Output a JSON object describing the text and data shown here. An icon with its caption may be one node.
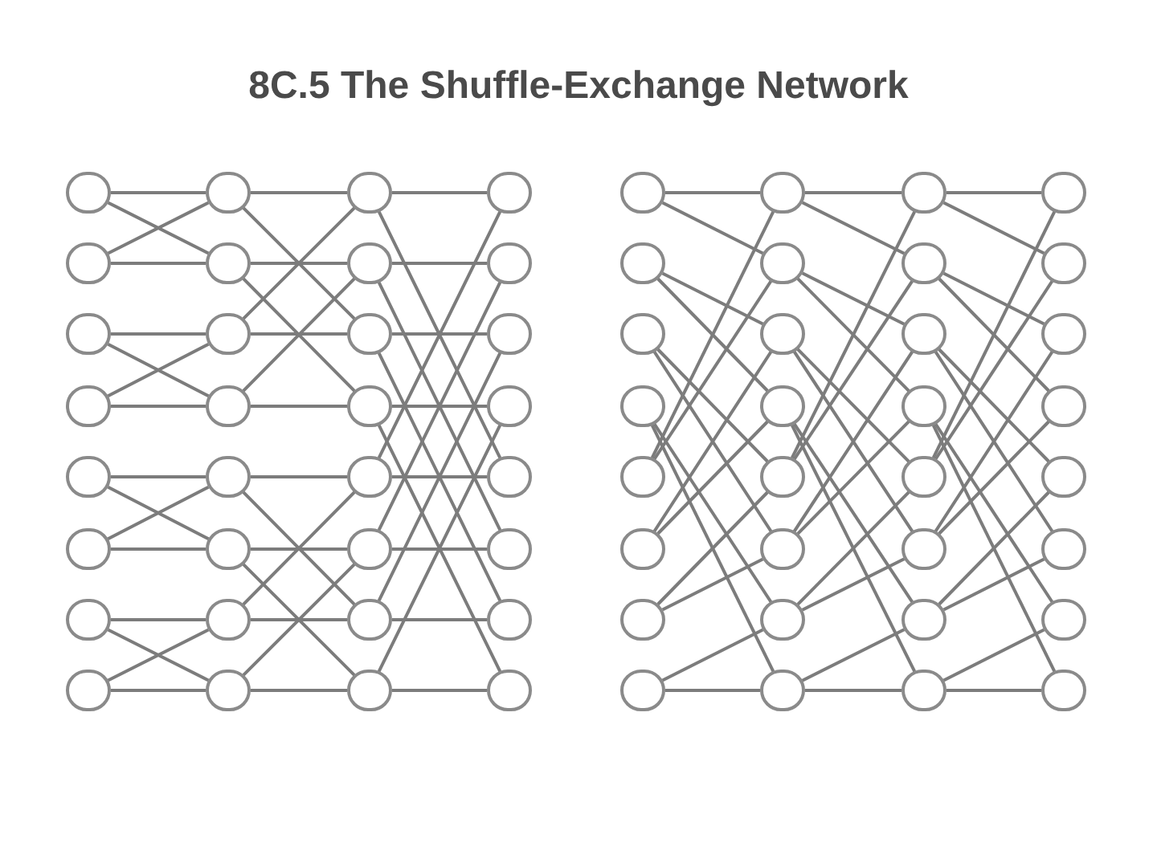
{
  "diagram": {
    "title": "8C.5 The Shuffle-Exchange Network",
    "nodes": [
      {
        "text": [],
        "shape": "circle"
      },
      {
        "text": [],
        "shape": "circle"
      },
      {
        "text": [],
        "shape": "circle"
      },
      {
        "text": [],
        "shape": "circle"
      },
      {
        "text": [],
        "shape": "circle"
      },
      {
        "text": [],
        "shape": "circle"
      },
      {
        "text": [],
        "shape": "circle"
      },
      {
        "text": [],
        "shape": "circle"
      },
      {
        "text": [],
        "shape": "circle"
      },
      {
        "text": [],
        "shape": "circle"
      },
      {
        "text": [],
        "shape": "circle"
      },
      {
        "text": [],
        "shape": "circle"
      },
      {
        "text": [],
        "shape": "circle"
      },
      {
        "text": [],
        "shape": "circle"
      },
      {
        "text": [],
        "shape": "circle"
      },
      {
        "text": [],
        "shape": "circle"
      },
      {
        "text": [],
        "shape": "circle"
      },
      {
        "text": [],
        "shape": "circle"
      },
      {
        "text": [],
        "shape": "circle"
      },
      {
        "text": [],
        "shape": "circle"
      },
      {
        "text": [],
        "shape": "circle"
      },
      {
        "text": [],
        "shape": "circle"
      },
      {
        "text": [],
        "shape": "circle"
      },
      {
        "text": [],
        "shape": "circle"
      },
      {
        "text": [],
        "shape": "circle"
      },
      {
        "text": [],
        "shape": "circle"
      },
      {
        "text": [],
        "shape": "circle"
      },
      {
        "text": [],
        "shape": "circle"
      },
      {
        "text": [],
        "shape": "circle"
      },
      {
        "text": [],
        "shape": "circle"
      },
      {
        "text": [],
        "shape": "circle"
      },
      {
        "text": [],
        "shape": "circle"
      },
      {
        "text": [],
        "shape": "circle"
      },
      {
        "text": [],
        "shape": "circle"
      },
      {
        "text": [],
        "shape": "circle"
      },
      {
        "text": [],
        "shape": "circle"
      },
      {
        "text": [],
        "shape": "circle"
      },
      {
        "text": [],
        "shape": "circle"
      },
      {
        "text": [],
        "shape": "circle"
      },
      {
        "text": [],
        "shape": "circle"
      },
      {
        "text": [],
        "shape": "circle"
      },
      {
        "text": [],
        "shape": "circle"
      },
      {
        "text": [],
        "shape": "circle"
      },
      {
        "text": [],
        "shape": "circle"
      },
      {
        "text": [],
        "shape": "circle"
      },
      {
        "text": [],
        "shape": "circle"
      },
      {
        "text": [],
        "shape": "circle"
      },
      {
        "text": [],
        "shape": "circle"
      },
      {
        "text": [],
        "shape": "circle"
      },
      {
        "text": [],
        "shape": "circle"
      },
      {
        "text": [],
        "shape": "circle"
      },
      {
        "text": [],
        "shape": "circle"
      },
      {
        "text": [],
        "shape": "circle"
      },
      {
        "text": [],
        "shape": "circle"
      },
      {
        "text": [],
        "shape": "circle"
      },
      {
        "text": [],
        "shape": "circle"
      },
      {
        "text": [],
        "shape": "circle"
      },
      {
        "text": [],
        "shape": "circle"
      },
      {
        "text": [],
        "shape": "circle"
      },
      {
        "text": [],
        "shape": "circle"
      },
      {
        "text": [],
        "shape": "circle"
      },
      {
        "text": [],
        "shape": "circle"
      },
      {
        "text": [],
        "shape": "circle"
      },
      {
        "text": [],
        "shape": "circle"
      }
    ],
    "edges": [
      {
        "from": 0,
        "to": 8,
        "arrow": "none"
      },
      {
        "from": 0,
        "to": 9,
        "arrow": "none"
      },
      {
        "from": 1,
        "to": 9,
        "arrow": "none"
      },
      {
        "from": 1,
        "to": 8,
        "arrow": "none"
      },
      {
        "from": 2,
        "to": 10,
        "arrow": "none"
      },
      {
        "from": 2,
        "to": 11,
        "arrow": "none"
      },
      {
        "from": 3,
        "to": 11,
        "arrow": "none"
      },
      {
        "from": 3,
        "to": 10,
        "arrow": "none"
      },
      {
        "from": 4,
        "to": 12,
        "arrow": "none"
      },
      {
        "from": 4,
        "to": 13,
        "arrow": "none"
      },
      {
        "from": 5,
        "to": 13,
        "arrow": "none"
      },
      {
        "from": 5,
        "to": 12,
        "arrow": "none"
      },
      {
        "from": 6,
        "to": 14,
        "arrow": "none"
      },
      {
        "from": 6,
        "to": 15,
        "arrow": "none"
      },
      {
        "from": 7,
        "to": 15,
        "arrow": "none"
      },
      {
        "from": 7,
        "to": 14,
        "arrow": "none"
      },
      {
        "from": 8,
        "to": 16,
        "arrow": "none"
      },
      {
        "from": 8,
        "to": 18,
        "arrow": "none"
      },
      {
        "from": 9,
        "to": 17,
        "arrow": "none"
      },
      {
        "from": 9,
        "to": 19,
        "arrow": "none"
      },
      {
        "from": 10,
        "to": 18,
        "arrow": "none"
      },
      {
        "from": 10,
        "to": 16,
        "arrow": "none"
      },
      {
        "from": 11,
        "to": 19,
        "arrow": "none"
      },
      {
        "from": 11,
        "to": 17,
        "arrow": "none"
      },
      {
        "from": 12,
        "to": 20,
        "arrow": "none"
      },
      {
        "from": 12,
        "to": 22,
        "arrow": "none"
      },
      {
        "from": 13,
        "to": 21,
        "arrow": "none"
      },
      {
        "from": 13,
        "to": 23,
        "arrow": "none"
      },
      {
        "from": 14,
        "to": 22,
        "arrow": "none"
      },
      {
        "from": 14,
        "to": 20,
        "arrow": "none"
      },
      {
        "from": 15,
        "to": 23,
        "arrow": "none"
      },
      {
        "from": 15,
        "to": 21,
        "arrow": "none"
      },
      {
        "from": 16,
        "to": 24,
        "arrow": "none"
      },
      {
        "from": 16,
        "to": 28,
        "arrow": "none"
      },
      {
        "from": 17,
        "to": 25,
        "arrow": "none"
      },
      {
        "from": 17,
        "to": 29,
        "arrow": "none"
      },
      {
        "from": 18,
        "to": 26,
        "arrow": "none"
      },
      {
        "from": 18,
        "to": 30,
        "arrow": "none"
      },
      {
        "from": 19,
        "to": 27,
        "arrow": "none"
      },
      {
        "from": 19,
        "to": 31,
        "arrow": "none"
      },
      {
        "from": 20,
        "to": 28,
        "arrow": "none"
      },
      {
        "from": 20,
        "to": 24,
        "arrow": "none"
      },
      {
        "from": 21,
        "to": 29,
        "arrow": "none"
      },
      {
        "from": 21,
        "to": 25,
        "arrow": "none"
      },
      {
        "from": 22,
        "to": 30,
        "arrow": "none"
      },
      {
        "from": 22,
        "to": 26,
        "arrow": "none"
      },
      {
        "from": 23,
        "to": 31,
        "arrow": "none"
      },
      {
        "from": 23,
        "to": 27,
        "arrow": "none"
      },
      {
        "from": 32,
        "to": 40,
        "arrow": "none"
      },
      {
        "from": 32,
        "to": 41,
        "arrow": "none"
      },
      {
        "from": 33,
        "to": 42,
        "arrow": "none"
      },
      {
        "from": 33,
        "to": 43,
        "arrow": "none"
      },
      {
        "from": 34,
        "to": 44,
        "arrow": "none"
      },
      {
        "from": 34,
        "to": 45,
        "arrow": "none"
      },
      {
        "from": 35,
        "to": 46,
        "arrow": "none"
      },
      {
        "from": 35,
        "to": 47,
        "arrow": "none"
      },
      {
        "from": 36,
        "to": 40,
        "arrow": "none"
      },
      {
        "from": 36,
        "to": 41,
        "arrow": "none"
      },
      {
        "from": 37,
        "to": 42,
        "arrow": "none"
      },
      {
        "from": 37,
        "to": 43,
        "arrow": "none"
      },
      {
        "from": 38,
        "to": 44,
        "arrow": "none"
      },
      {
        "from": 38,
        "to": 45,
        "arrow": "none"
      },
      {
        "from": 39,
        "to": 46,
        "arrow": "none"
      },
      {
        "from": 39,
        "to": 47,
        "arrow": "none"
      },
      {
        "from": 40,
        "to": 48,
        "arrow": "none"
      },
      {
        "from": 40,
        "to": 49,
        "arrow": "none"
      },
      {
        "from": 41,
        "to": 50,
        "arrow": "none"
      },
      {
        "from": 41,
        "to": 51,
        "arrow": "none"
      },
      {
        "from": 42,
        "to": 52,
        "arrow": "none"
      },
      {
        "from": 42,
        "to": 53,
        "arrow": "none"
      },
      {
        "from": 43,
        "to": 54,
        "arrow": "none"
      },
      {
        "from": 43,
        "to": 55,
        "arrow": "none"
      },
      {
        "from": 44,
        "to": 48,
        "arrow": "none"
      },
      {
        "from": 44,
        "to": 49,
        "arrow": "none"
      },
      {
        "from": 45,
        "to": 50,
        "arrow": "none"
      },
      {
        "from": 45,
        "to": 51,
        "arrow": "none"
      },
      {
        "from": 46,
        "to": 52,
        "arrow": "none"
      },
      {
        "from": 46,
        "to": 53,
        "arrow": "none"
      },
      {
        "from": 47,
        "to": 54,
        "arrow": "none"
      },
      {
        "from": 47,
        "to": 55,
        "arrow": "none"
      },
      {
        "from": 48,
        "to": 56,
        "arrow": "none"
      },
      {
        "from": 48,
        "to": 57,
        "arrow": "none"
      },
      {
        "from": 49,
        "to": 58,
        "arrow": "none"
      },
      {
        "from": 49,
        "to": 59,
        "arrow": "none"
      },
      {
        "from": 50,
        "to": 60,
        "arrow": "none"
      },
      {
        "from": 50,
        "to": 61,
        "arrow": "none"
      },
      {
        "from": 51,
        "to": 62,
        "arrow": "none"
      },
      {
        "from": 51,
        "to": 63,
        "arrow": "none"
      },
      {
        "from": 52,
        "to": 56,
        "arrow": "none"
      },
      {
        "from": 52,
        "to": 57,
        "arrow": "none"
      },
      {
        "from": 53,
        "to": 58,
        "arrow": "none"
      },
      {
        "from": 53,
        "to": 59,
        "arrow": "none"
      },
      {
        "from": 54,
        "to": 60,
        "arrow": "none"
      },
      {
        "from": 54,
        "to": 61,
        "arrow": "none"
      },
      {
        "from": 55,
        "to": 62,
        "arrow": "none"
      },
      {
        "from": 55,
        "to": 63,
        "arrow": "none"
      }
    ]
  }
}
